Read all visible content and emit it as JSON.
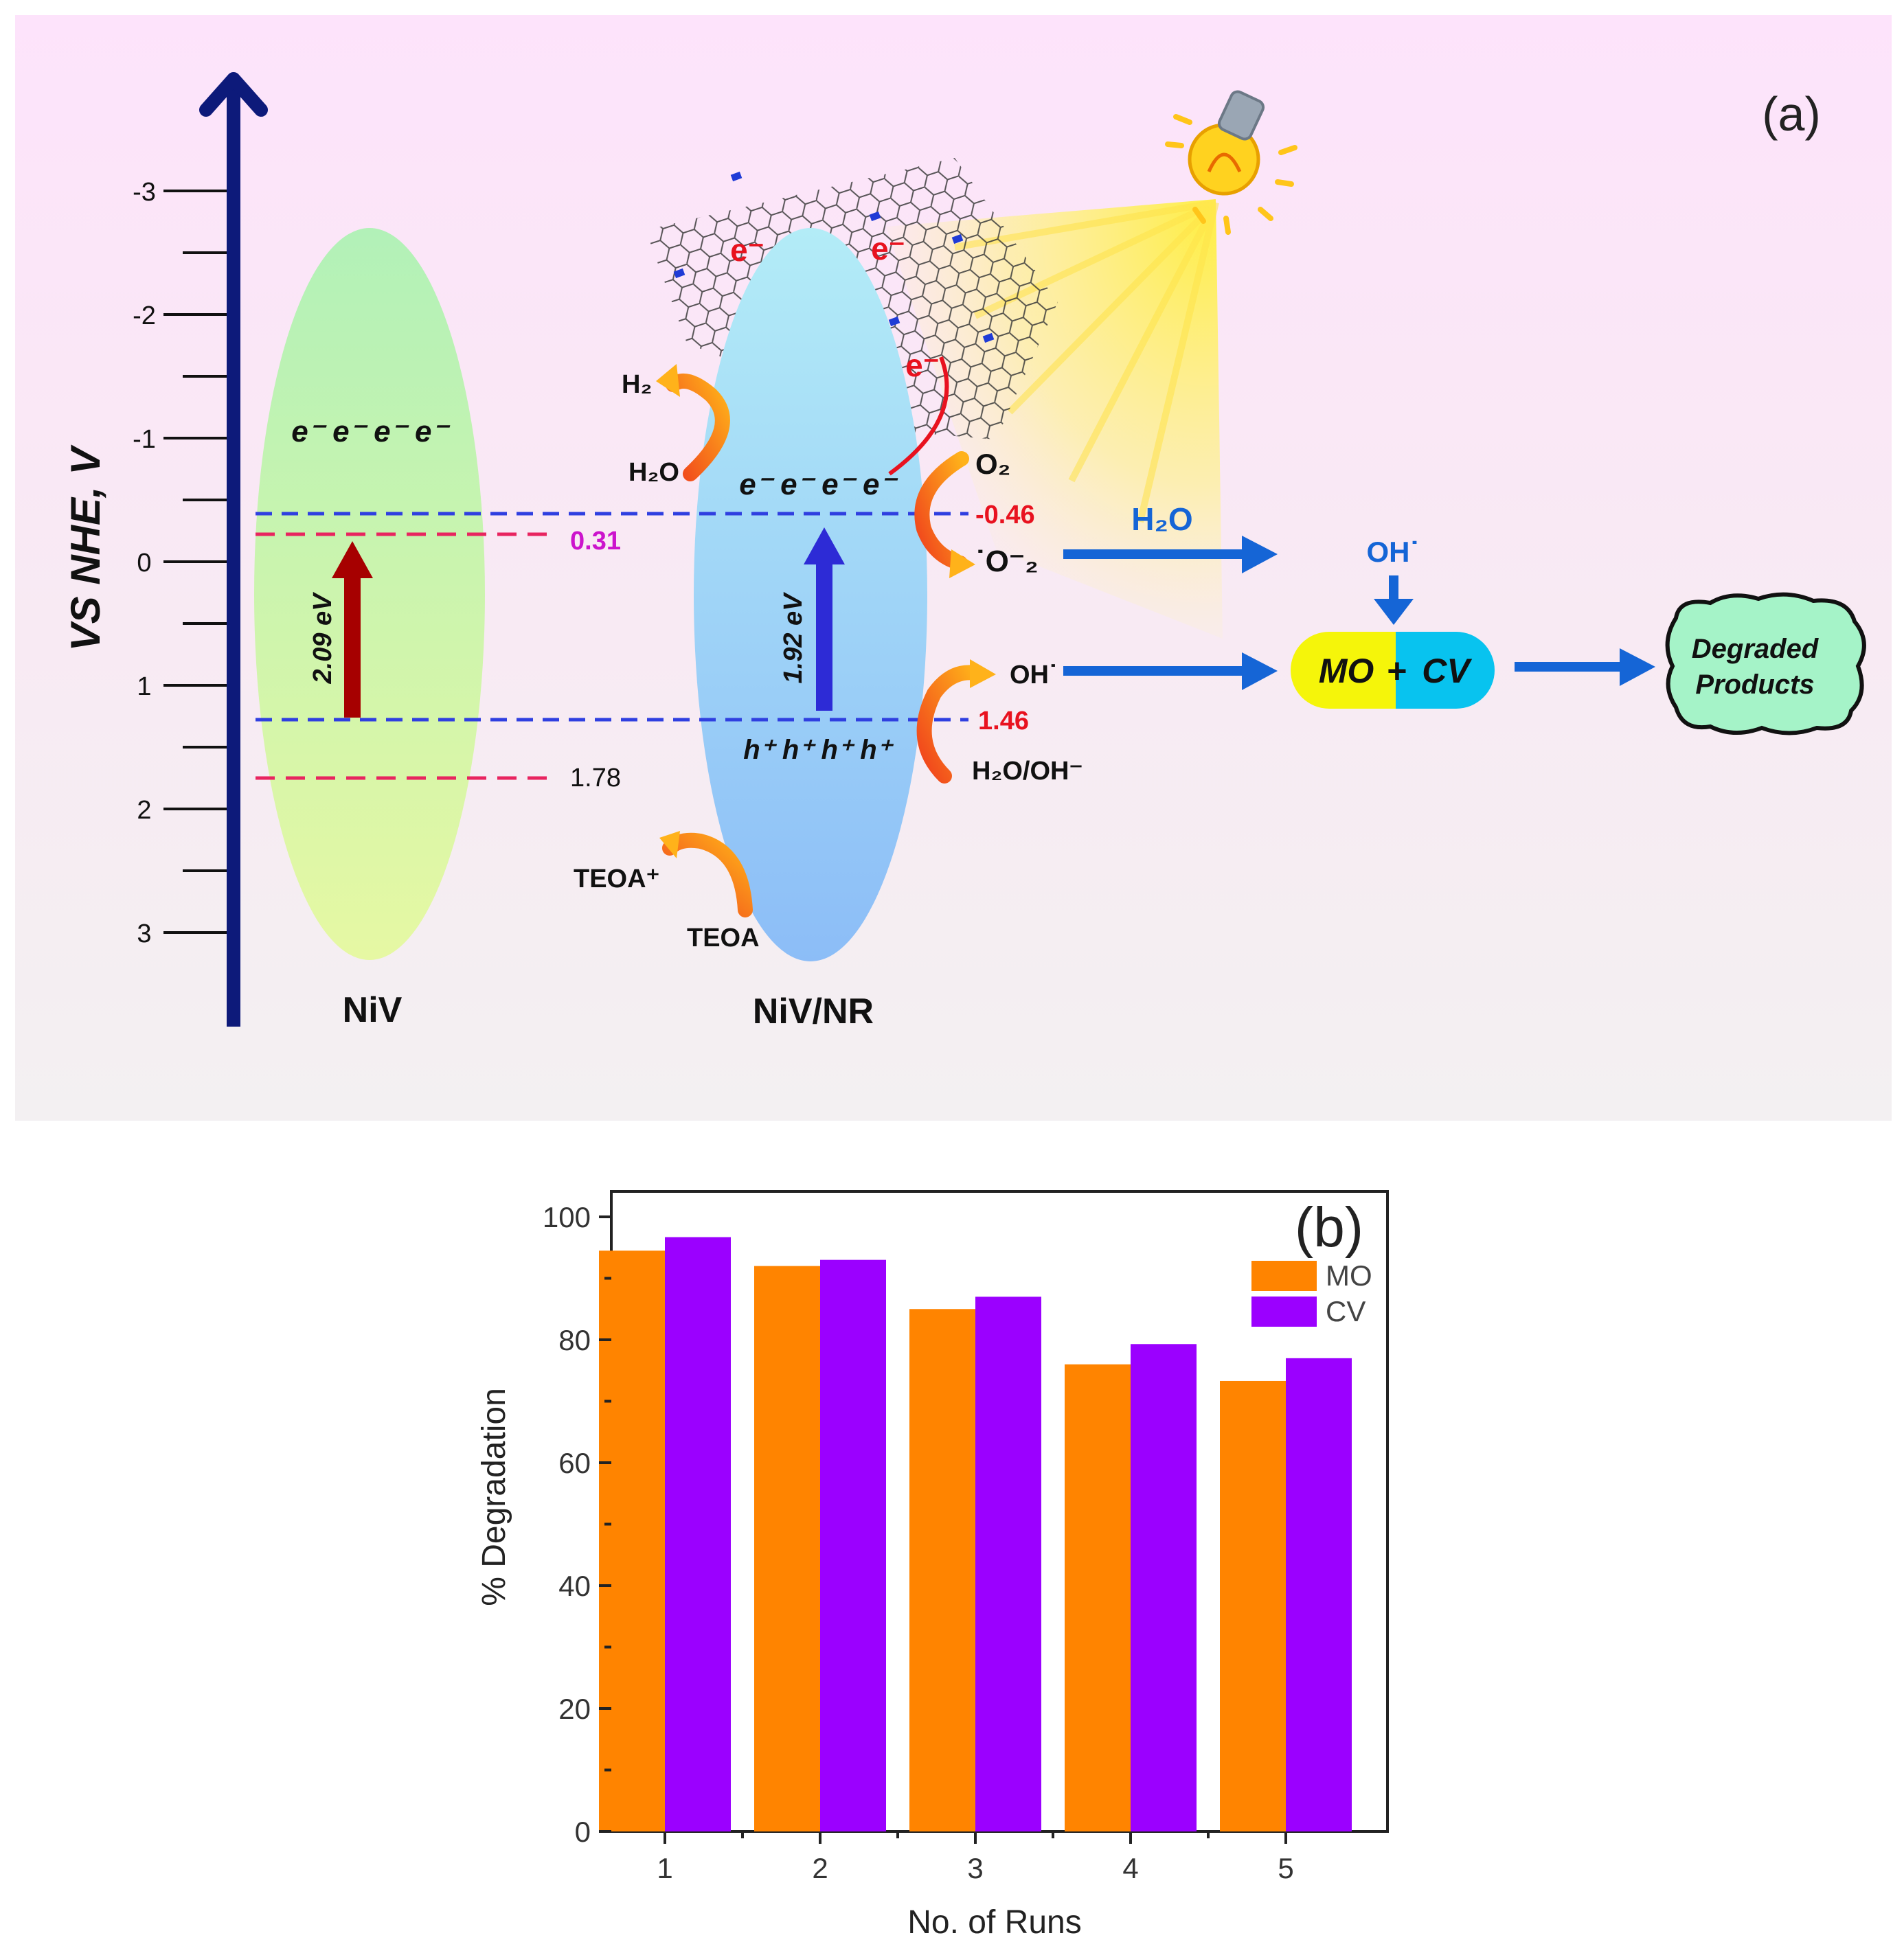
{
  "panel_a": {
    "label": "(a)",
    "axis_title": "VS NHE, V",
    "axis_ticks": [
      "-3",
      "-2",
      "-1",
      "0",
      "1",
      "2",
      "3"
    ],
    "niv": {
      "name": "NiV",
      "electrons": "e⁻ e⁻ e⁻ e⁻",
      "gap": "2.09 eV",
      "cb_value": "0.31",
      "vb_value": "1.78"
    },
    "nivnr": {
      "name": "NiV/NR",
      "electrons": "e⁻ e⁻ e⁻ e⁻",
      "holes": "h⁺ h⁺ h⁺ h⁺",
      "gap": "1.92 eV",
      "cb_value": "-0.46",
      "vb_value": "1.46",
      "sheet_electrons": [
        "e⁻",
        "e⁻",
        "e⁻"
      ]
    },
    "reactions": {
      "h2": "H₂",
      "h2o": "H₂O",
      "o2": "O₂",
      "superoxide": "˙O⁻₂",
      "oh_radical": "OH˙",
      "h2o_oh": "H₂O/OH⁻",
      "teoa_plus": "TEOA⁺",
      "teoa": "TEOA",
      "h2o_flow": "H₂O",
      "oh_down": "OH˙",
      "pollutant_left": "MO",
      "pollutant_plus": "+",
      "pollutant_right": "CV",
      "products_line1": "Degraded",
      "products_line2": "Products"
    },
    "colors": {
      "axis": "#0d1a7a",
      "niv_band": "#c9f1a0",
      "nivnr_band": "#8ec4f7",
      "cb_dash_blue": "#2f3fe0",
      "pink_dash": "#e8245f",
      "red_value": "#e8121f",
      "magenta_value": "#cc14cc",
      "flow_arrow": "#1565d6",
      "mo_fill": "#f5f50a",
      "cv_fill": "#08c3ef",
      "products_fill": "#a5f3c8"
    }
  },
  "panel_b": {
    "label": "(b)",
    "chart_data": {
      "type": "bar",
      "categories": [
        "1",
        "2",
        "3",
        "4",
        "5"
      ],
      "series": [
        {
          "name": "MO",
          "color": "#ff8400",
          "values": [
            94.5,
            92,
            85,
            76,
            73.3
          ]
        },
        {
          "name": "CV",
          "color": "#9b00ff",
          "values": [
            96.7,
            93,
            87,
            79.3,
            77
          ]
        }
      ],
      "xlabel": "No. of Runs",
      "ylabel": "% Degradation",
      "ylim": [
        0,
        100
      ],
      "yticks": [
        "0",
        "20",
        "40",
        "60",
        "80",
        "100"
      ],
      "legend": "top-right"
    }
  }
}
